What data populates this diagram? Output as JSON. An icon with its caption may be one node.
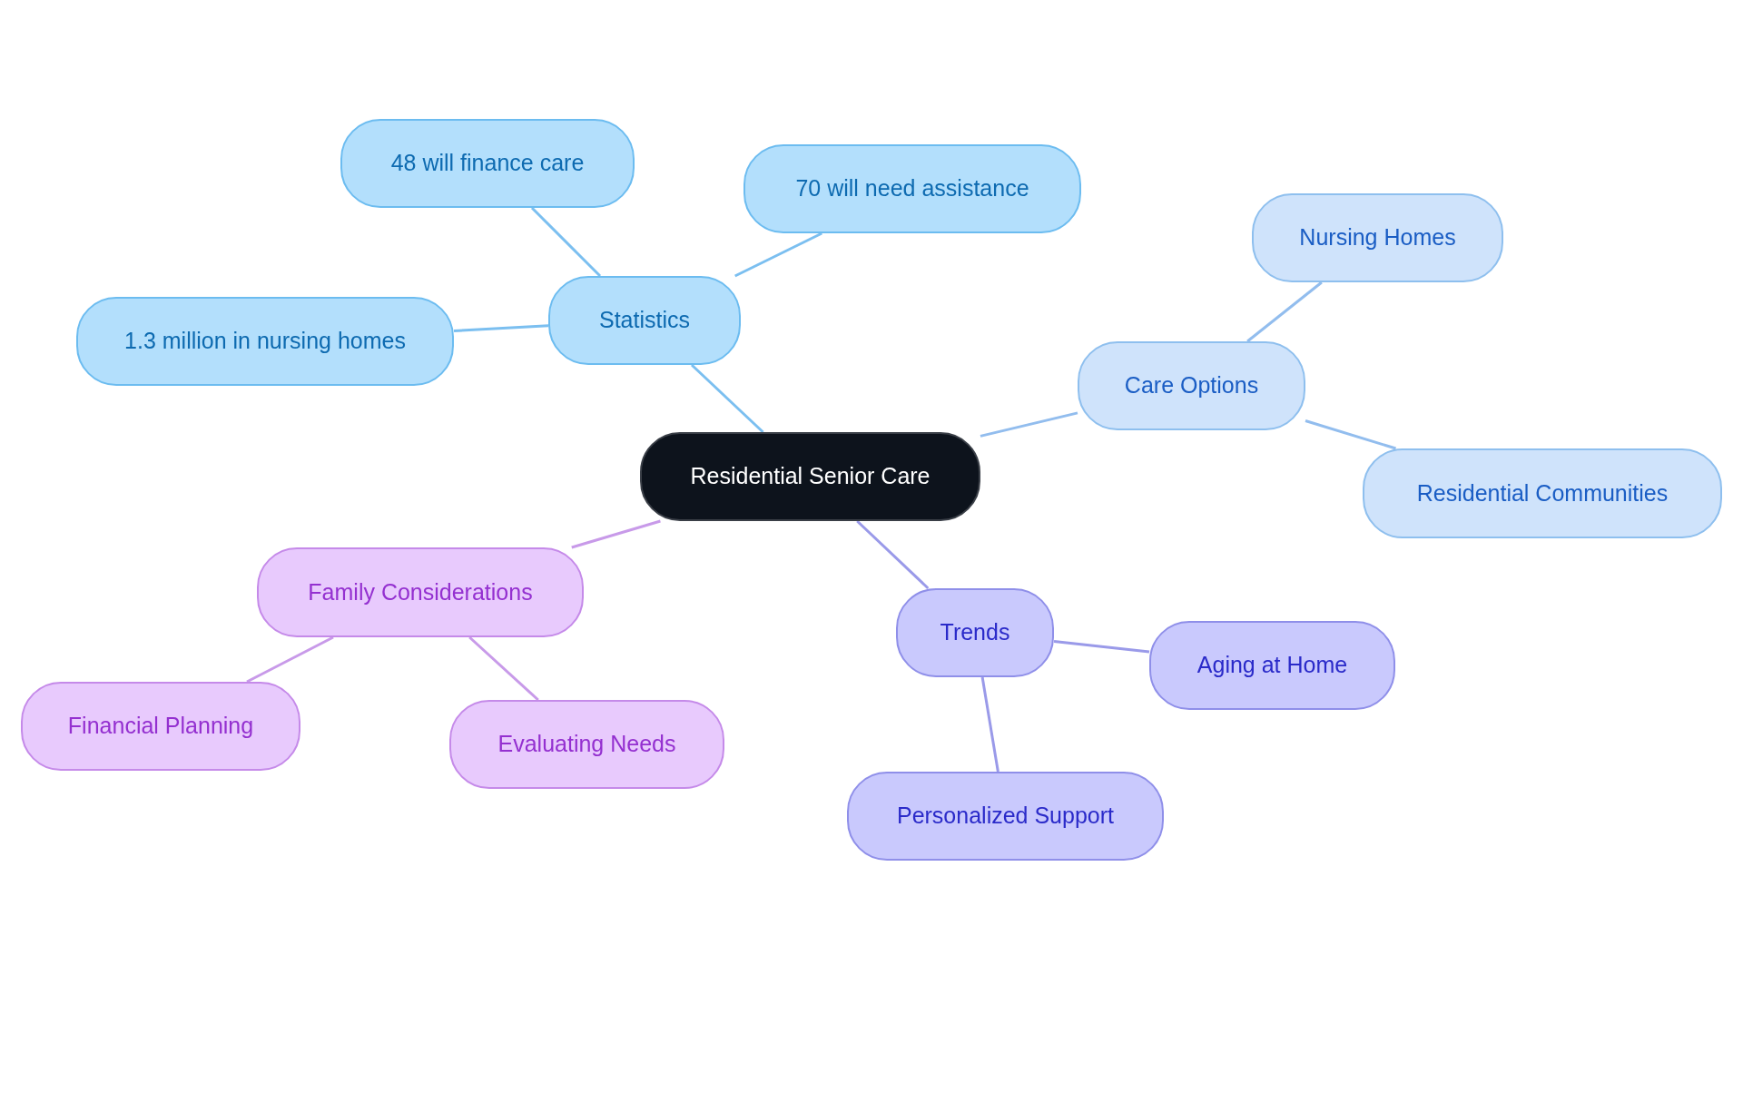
{
  "diagram": {
    "nodes": [
      {
        "text": [
          "Residential Senior Care"
        ]
      },
      {
        "text": [
          "Statistics"
        ]
      },
      {
        "text": [
          "48 will finance care"
        ]
      },
      {
        "text": [
          "70 will need assistance"
        ]
      },
      {
        "text": [
          "1.3 million in nursing homes"
        ]
      },
      {
        "text": [
          "Care Options"
        ]
      },
      {
        "text": [
          "Nursing Homes"
        ]
      },
      {
        "text": [
          "Residential Communities"
        ]
      },
      {
        "text": [
          "Trends"
        ]
      },
      {
        "text": [
          "Aging at Home"
        ]
      },
      {
        "text": [
          "Personalized Support"
        ]
      },
      {
        "text": [
          "Family Considerations"
        ]
      },
      {
        "text": [
          "Financial Planning"
        ]
      },
      {
        "text": [
          "Evaluating Needs"
        ]
      }
    ],
    "edges": [
      {
        "from": 0,
        "to": 1,
        "arrow": "none",
        "color": "#7bbff0"
      },
      {
        "from": 1,
        "to": 2,
        "arrow": "none",
        "color": "#7bbff0"
      },
      {
        "from": 1,
        "to": 3,
        "arrow": "none",
        "color": "#7bbff0"
      },
      {
        "from": 1,
        "to": 4,
        "arrow": "none",
        "color": "#7bbff0"
      },
      {
        "from": 0,
        "to": 5,
        "arrow": "none",
        "color": "#92bdee"
      },
      {
        "from": 5,
        "to": 6,
        "arrow": "none",
        "color": "#92bdee"
      },
      {
        "from": 5,
        "to": 7,
        "arrow": "none",
        "color": "#92bdee"
      },
      {
        "from": 0,
        "to": 8,
        "arrow": "none",
        "color": "#9a9ae9"
      },
      {
        "from": 8,
        "to": 9,
        "arrow": "none",
        "color": "#9a9ae9"
      },
      {
        "from": 8,
        "to": 10,
        "arrow": "none",
        "color": "#9a9ae9"
      },
      {
        "from": 0,
        "to": 11,
        "arrow": "none",
        "color": "#c89ae9"
      },
      {
        "from": 11,
        "to": 12,
        "arrow": "none",
        "color": "#c89ae9"
      },
      {
        "from": 11,
        "to": 13,
        "arrow": "none",
        "color": "#c89ae9"
      }
    ]
  }
}
